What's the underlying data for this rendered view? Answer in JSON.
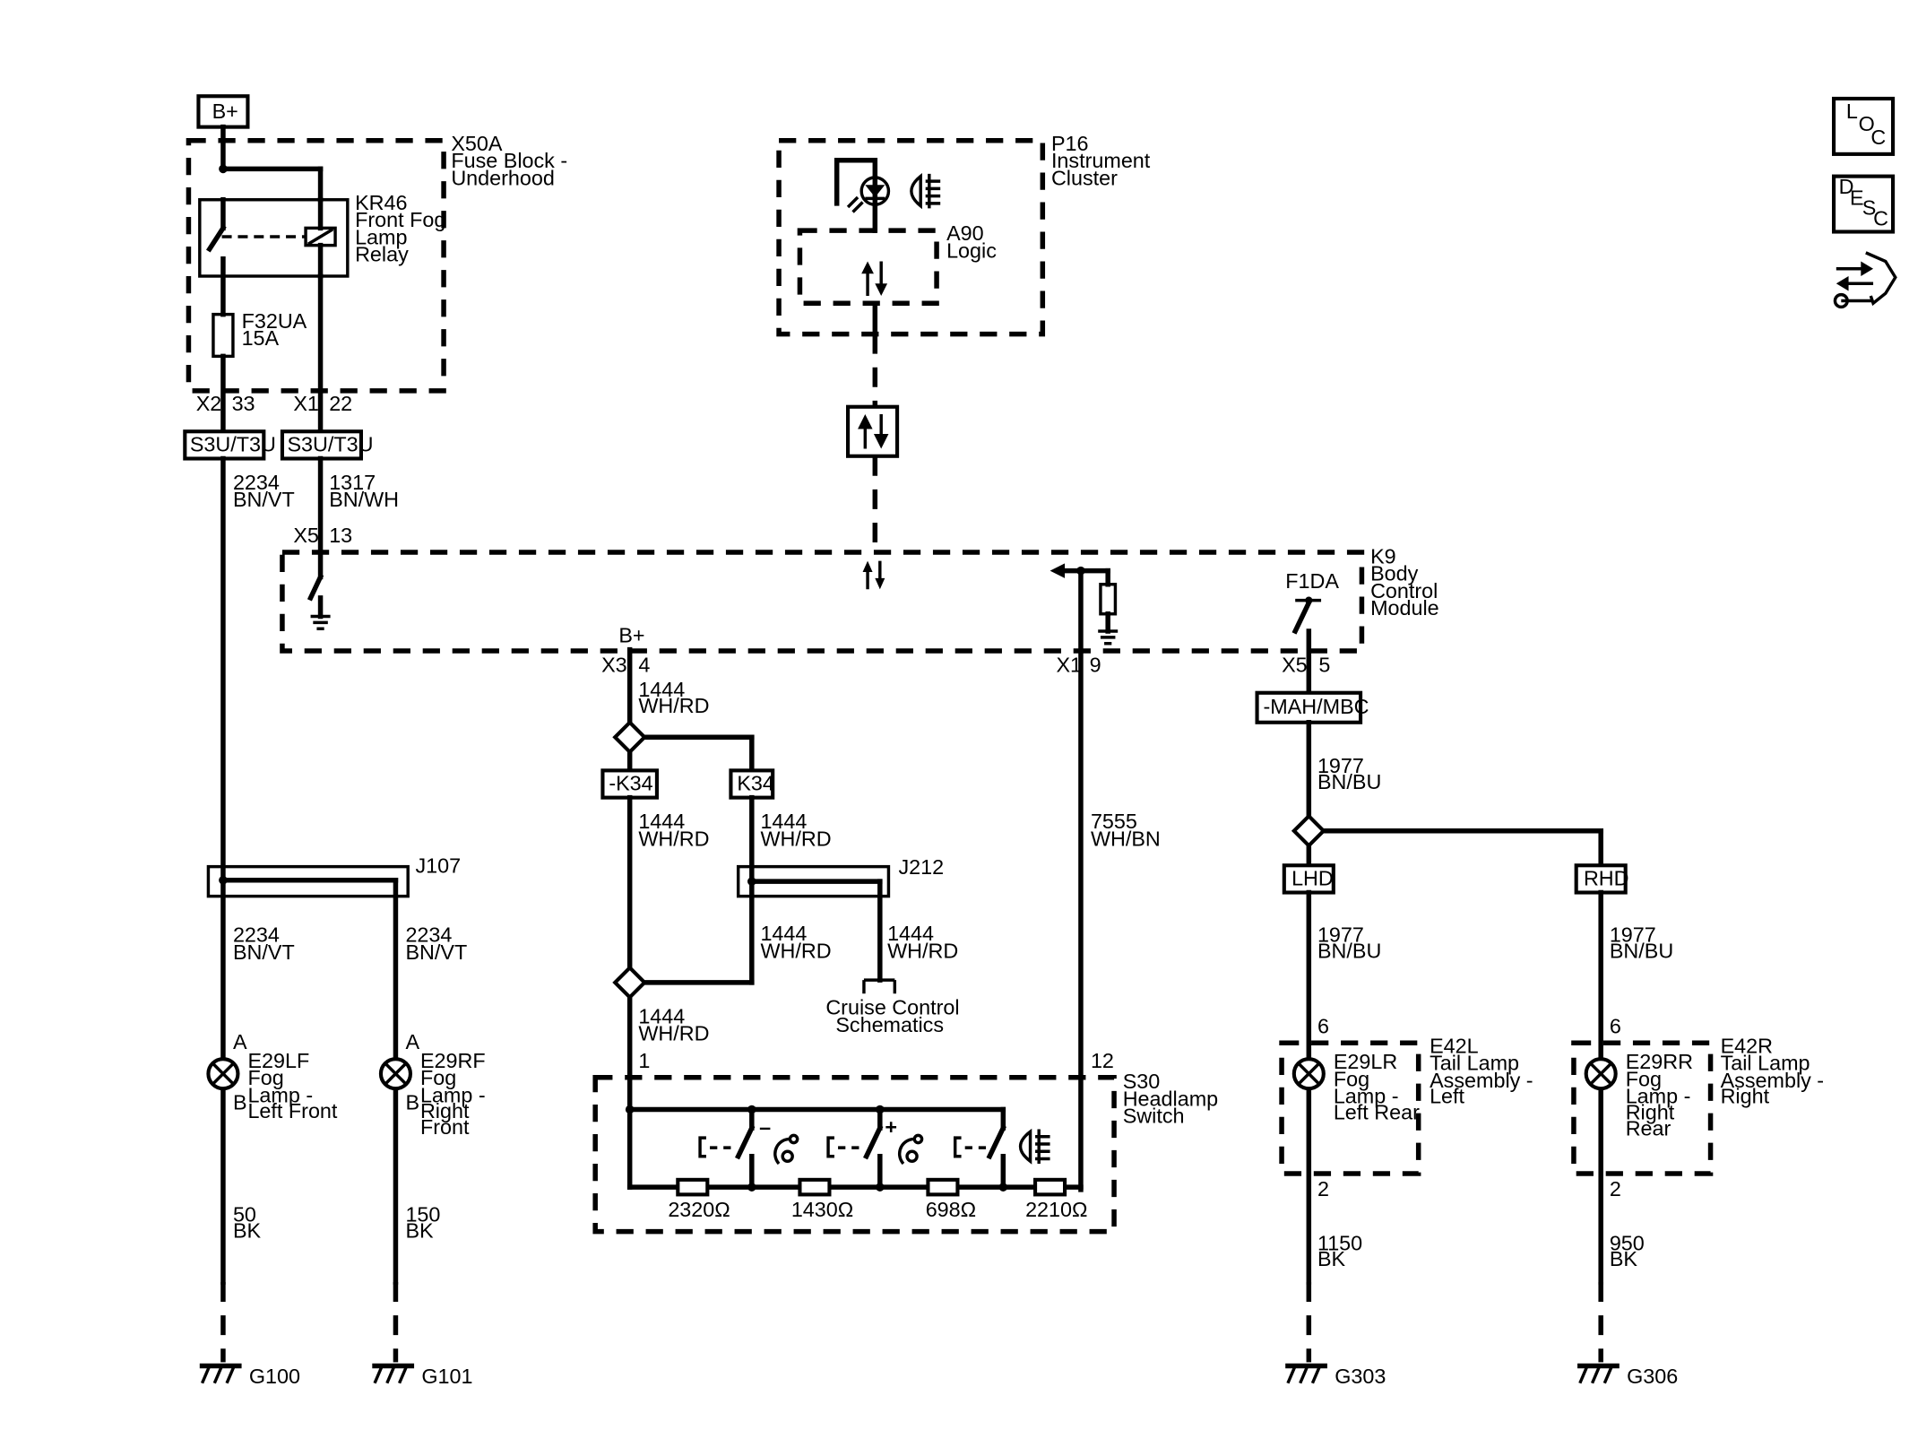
{
  "bplus": "B+",
  "modules": {
    "x50a": [
      "X50A",
      "Fuse Block -",
      "Underhood"
    ],
    "kr46": [
      "KR46",
      "Front Fog",
      "Lamp",
      "Relay"
    ],
    "f32ua": [
      "F32UA",
      "15A"
    ],
    "p16": [
      "P16",
      "Instrument",
      "Cluster"
    ],
    "a90": [
      "A90",
      "Logic"
    ],
    "k9": [
      "K9",
      "Body",
      "Control",
      "Module"
    ],
    "f1da": "F1DA",
    "k9_bplus": "B+",
    "s30": [
      "S30",
      "Headlamp",
      "Switch"
    ],
    "e42l": [
      "E42L",
      "Tail Lamp",
      "Assembly -",
      "Left"
    ],
    "e42r": [
      "E42R",
      "Tail Lamp",
      "Assembly -",
      "Right"
    ]
  },
  "connectors": {
    "x2": "X2",
    "x2_pin": "33",
    "x1a": "X1",
    "x1a_pin": "22",
    "x5a": "X5",
    "x5a_pin": "13",
    "x3": "X3",
    "x3_pin": "4",
    "x1b": "X1",
    "x1b_pin": "9",
    "x5b": "X5",
    "x5b_pin": "5",
    "s30_pin1": "1",
    "s30_pin12": "12",
    "e29lf_a": "A",
    "e29lf_b": "B",
    "e29rf_a": "A",
    "e29rf_b": "B",
    "e29lr_6": "6",
    "e29lr_2": "2",
    "e29rr_6": "6",
    "e29rr_2": "2"
  },
  "options": {
    "s3u1": "S3U/T3U",
    "s3u2": "S3U/T3U",
    "negk34": "-K34",
    "k34": "K34",
    "mah": "-MAH/MBC",
    "lhd": "LHD",
    "rhd": "RHD"
  },
  "wires": {
    "w2234a": [
      "2234",
      "BN/VT"
    ],
    "w1317": [
      "1317",
      "BN/WH"
    ],
    "w2234b": [
      "2234",
      "BN/VT"
    ],
    "w2234c": [
      "2234",
      "BN/VT"
    ],
    "w50": [
      "50",
      "BK"
    ],
    "w150": [
      "150",
      "BK"
    ],
    "w1444a": [
      "1444",
      "WH/RD"
    ],
    "w1444b": [
      "1444",
      "WH/RD"
    ],
    "w1444c": [
      "1444",
      "WH/RD"
    ],
    "w1444d": [
      "1444",
      "WH/RD"
    ],
    "w1444e": [
      "1444",
      "WH/RD"
    ],
    "w1444f": [
      "1444",
      "WH/RD"
    ],
    "w7555": [
      "7555",
      "WH/BN"
    ],
    "w1977a": [
      "1977",
      "BN/BU"
    ],
    "w1977b": [
      "1977",
      "BN/BU"
    ],
    "w1977c": [
      "1977",
      "BN/BU"
    ],
    "w1150": [
      "1150",
      "BK"
    ],
    "w950": [
      "950",
      "BK"
    ]
  },
  "splices": {
    "j107": "J107",
    "j212": "J212"
  },
  "cruise": [
    "Cruise Control",
    "Schematics"
  ],
  "lamps": {
    "e29lf": [
      "E29LF",
      "Fog",
      "Lamp -",
      "Left Front"
    ],
    "e29rf": [
      "E29RF",
      "Fog",
      "Lamp -",
      "Right",
      "Front"
    ],
    "e29lr": [
      "E29LR",
      "Fog",
      "Lamp -",
      "Left Rear"
    ],
    "e29rr": [
      "E29RR",
      "Fog",
      "Lamp -",
      "Right",
      "Rear"
    ]
  },
  "resistors": [
    "2320Ω",
    "1430Ω",
    "698Ω",
    "2210Ω"
  ],
  "grounds": [
    "G100",
    "G101",
    "G303",
    "G306"
  ],
  "nav": {
    "loc": [
      "L",
      "O",
      "C"
    ],
    "desc": [
      "D",
      "E",
      "S",
      "C"
    ]
  }
}
